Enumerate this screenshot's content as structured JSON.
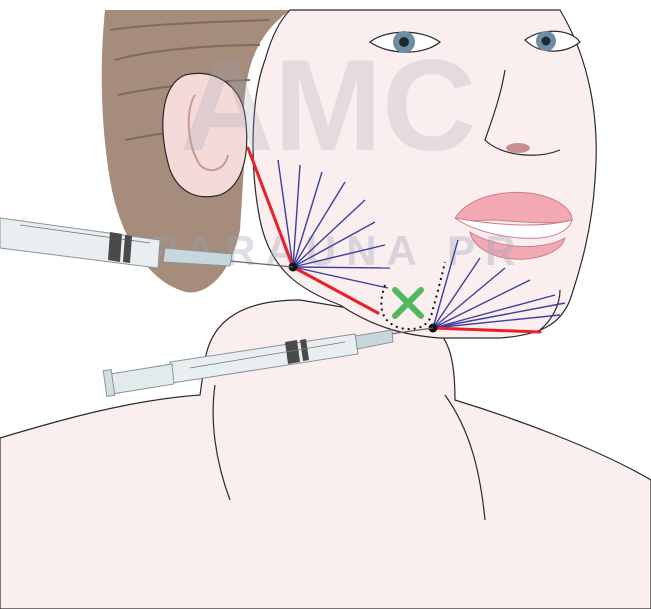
{
  "illustration": {
    "colors": {
      "skin_light": "#fbeeee",
      "skin_mid": "#f5dada",
      "skin_shadow": "#efc9c6",
      "hair": "#a58c7b",
      "hair_dark": "#7f6a5c",
      "outline": "#2a2a2a",
      "red_line": "#e8202a",
      "blue_line": "#3b3fa0",
      "marker_green": "#4fb861",
      "lips": "#f2a9b4",
      "iris": "#6e8da3",
      "syringe_body": "#e9eef0",
      "syringe_edge": "#8a9499"
    },
    "watermark": {
      "line1": "AMC",
      "line2": "PARAUNA PR",
      "color": "#9aa3b8"
    },
    "icons": {
      "cross_marker": "cross-mark",
      "syringe": "syringe"
    }
  }
}
